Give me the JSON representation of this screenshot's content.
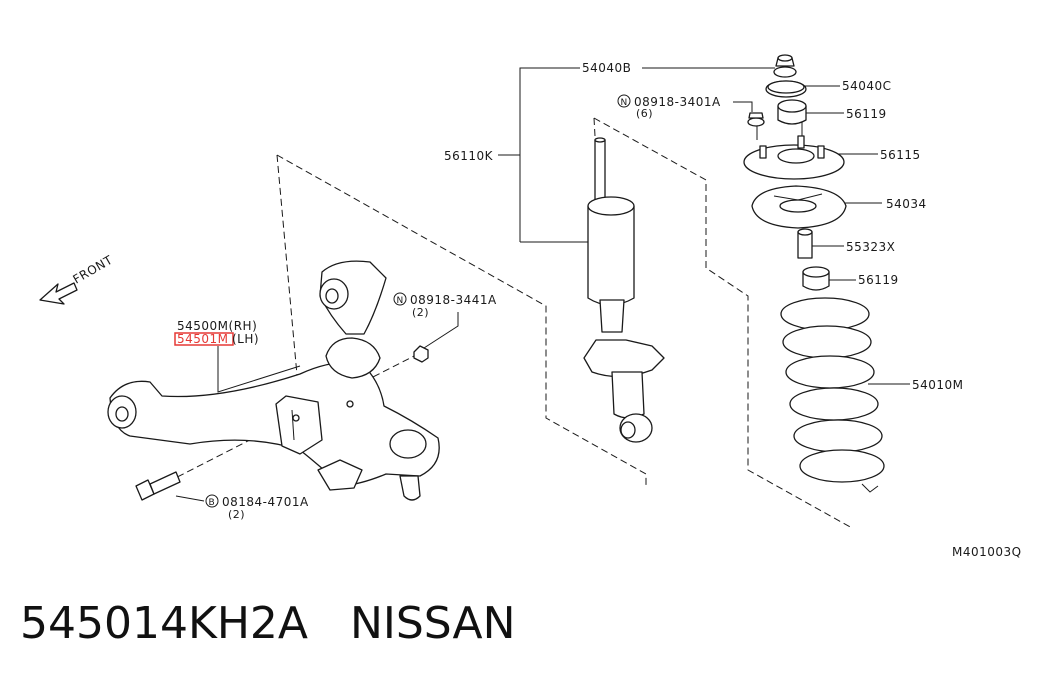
{
  "labels": {
    "front": "FRONT",
    "p54040b": "54040B",
    "p54040c": "54040C",
    "p56119_top": "56119",
    "p56110k": "56110K",
    "p56115": "56115",
    "p54034": "54034",
    "p55323x": "55323X",
    "p56119_low": "56119",
    "p54010m": "54010M",
    "n08918_3401a": "08918-3401A",
    "n08918_3401a_qty": "(6)",
    "n08918_3441a": "08918-3441A",
    "n08918_3441a_qty": "(2)",
    "p54500m": "54500M(RH)",
    "p54501m": "54501M",
    "p54501m_side": "(LH)",
    "b08184_4701a": "08184-4701A",
    "b08184_4701a_qty": "(2)",
    "ref": "M401003Q",
    "prefix_n": "N",
    "prefix_b": "B"
  },
  "highlight_color": "#e53935",
  "caption": {
    "part_number": "545014KH2A",
    "brand": "NISSAN"
  }
}
